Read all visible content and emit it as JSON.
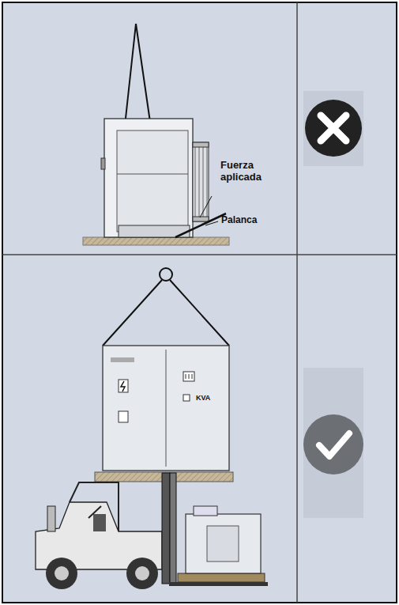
{
  "diagram": {
    "labels": [
      "Fuerza aplicada",
      "Palanca",
      "KVA"
    ]
  }
}
